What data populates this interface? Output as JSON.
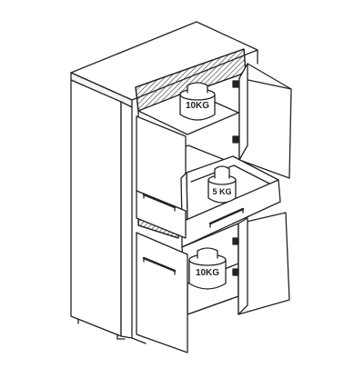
{
  "illustration": {
    "weights": {
      "top_shelf": "10KG",
      "drawer": "5 KG",
      "bottom_shelf": "10KG"
    }
  }
}
